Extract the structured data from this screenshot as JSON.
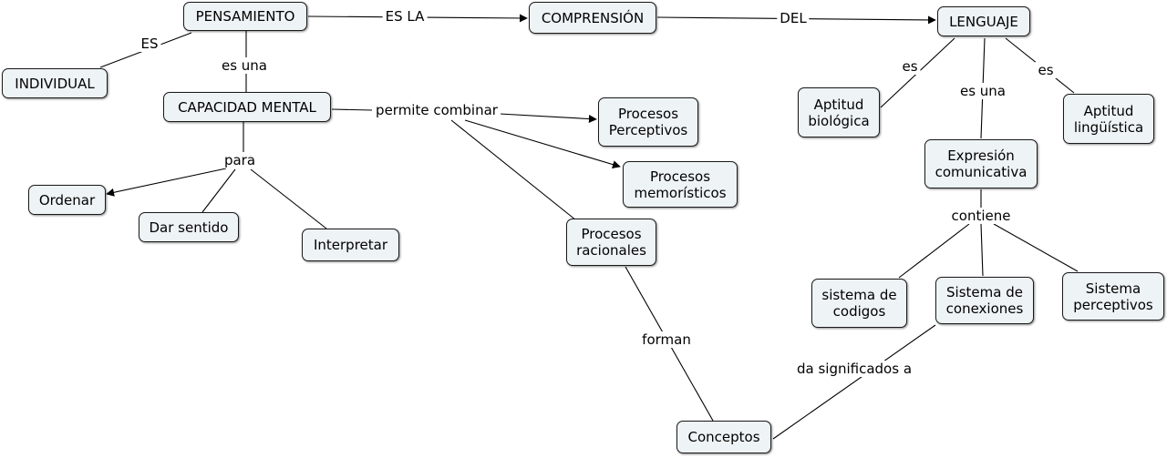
{
  "concept_map": {
    "nodes": {
      "pensamiento": "PENSAMIENTO",
      "comprension": "COMPRENSIÓN",
      "lenguaje": "LENGUAJE",
      "individual": "INDIVIDUAL",
      "capacidad_mental": "CAPACIDAD MENTAL",
      "procesos_perceptivos": "Procesos\nPerceptivos",
      "procesos_memoristicos": "Procesos\nmemorísticos",
      "ordenar": "Ordenar",
      "dar_sentido": "Dar sentido",
      "interpretar": "Interpretar",
      "procesos_racionales": "Procesos\nracionales",
      "aptitud_biologica": "Aptitud\nbiológica",
      "aptitud_linguistica": "Aptitud\nlingüística",
      "expresion_comunicativa": "Expresión\ncomunicativa",
      "sistema_codigos": "sistema de\ncodigos",
      "sistema_conexiones": "Sistema de\nconexiones",
      "sistema_perceptivos": "Sistema\nperceptivos",
      "conceptos": "Conceptos"
    },
    "links": {
      "es_la": "ES LA",
      "del": "DEL",
      "es_upper": "ES",
      "es_una_1": "es una",
      "permite_combinar": "permite combinar",
      "para": "para",
      "es_left": "es",
      "es_una_2": "es una",
      "es_right": "es",
      "contiene": "contiene",
      "forman": "forman",
      "da_significados_a": "da significados a"
    }
  }
}
